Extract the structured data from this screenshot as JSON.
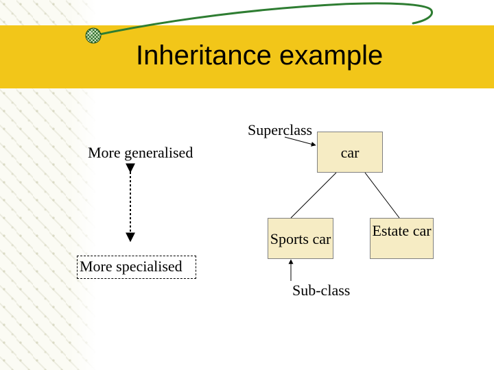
{
  "slide": {
    "title": "Inheritance example"
  },
  "diagram": {
    "superclass_label": "Superclass",
    "subclass_label": "Sub-class",
    "scale": {
      "top_label": "More generalised",
      "bottom_label": "More specialised"
    },
    "nodes": {
      "root": {
        "label": "car"
      },
      "child_left": {
        "label": "Sports car"
      },
      "child_right": {
        "label": "Estate car"
      }
    }
  },
  "colors": {
    "title_band": "#f2c619",
    "node_fill": "#f6ecc4",
    "node_border": "#808080",
    "swoosh": "#2e7d32",
    "bullet": "#3a7a3a",
    "text": "#000000"
  },
  "icons": {
    "bullet": "checker-ball-icon"
  }
}
